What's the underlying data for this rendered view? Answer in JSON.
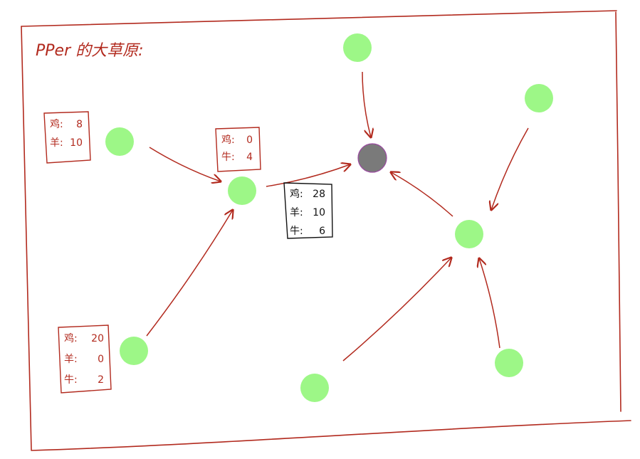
{
  "title": "PPer 的大草原:",
  "colors": {
    "frame": "#b22a1e",
    "edge": "#b22a1e",
    "node": "#9df787",
    "center_node": "#7a7a7a",
    "center_node_stroke": "#9a4aa0",
    "box_red": "#b22a1e",
    "box_black": "#111111"
  },
  "nodes": [
    {
      "id": "n1",
      "kind": "normal"
    },
    {
      "id": "n2",
      "kind": "normal"
    },
    {
      "id": "n3",
      "kind": "normal"
    },
    {
      "id": "center",
      "kind": "center"
    },
    {
      "id": "n5",
      "kind": "normal"
    },
    {
      "id": "n6",
      "kind": "normal"
    },
    {
      "id": "n7",
      "kind": "normal"
    },
    {
      "id": "n8",
      "kind": "normal"
    },
    {
      "id": "n9",
      "kind": "normal"
    },
    {
      "id": "n10",
      "kind": "normal"
    }
  ],
  "edges": [
    {
      "from": "n1",
      "to": "n2"
    },
    {
      "from": "n3",
      "to": "n2"
    },
    {
      "from": "n2",
      "to": "center"
    },
    {
      "from": "n5",
      "to": "center"
    },
    {
      "from": "n6",
      "to": "n7"
    },
    {
      "from": "n7",
      "to": "center"
    },
    {
      "from": "n8",
      "to": "n7"
    },
    {
      "from": "n9",
      "to": "n7"
    }
  ],
  "boxes": [
    {
      "id": "box-n1",
      "style": "red",
      "rows": [
        {
          "label": "鸡",
          "value": "8"
        },
        {
          "label": "羊",
          "value": "10"
        }
      ]
    },
    {
      "id": "box-n2",
      "style": "red",
      "rows": [
        {
          "label": "鸡",
          "value": "0"
        },
        {
          "label": "牛",
          "value": "4"
        }
      ]
    },
    {
      "id": "box-edge",
      "style": "black",
      "rows": [
        {
          "label": "鸡",
          "value": "28"
        },
        {
          "label": "羊",
          "value": "10"
        },
        {
          "label": "牛",
          "value": "6"
        }
      ]
    },
    {
      "id": "box-n3",
      "style": "red",
      "rows": [
        {
          "label": "鸡",
          "value": "20"
        },
        {
          "label": "羊",
          "value": "0"
        },
        {
          "label": "牛",
          "value": "2"
        }
      ]
    }
  ]
}
